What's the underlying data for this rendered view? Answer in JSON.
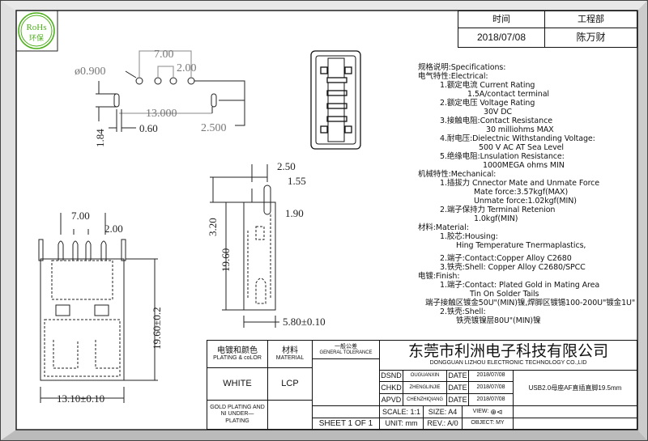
{
  "rohs_logo": {
    "line1": "RoHs",
    "line2": "环保",
    "color": "#4caf1a"
  },
  "approval_table": {
    "headers": [
      "时间",
      "工程部"
    ],
    "values": [
      "2018/07/08",
      "陈万财"
    ]
  },
  "dimensions": {
    "top_view": {
      "hole_dia": "ø0.900",
      "pitch_total": "7.00",
      "pitch": "2.00",
      "span": "13.000",
      "offset": "2.500",
      "slot_len": "1.84",
      "slot_w": "0.60"
    },
    "side_view": {
      "d1": "2.50",
      "d2": "1.55",
      "d3": "1.90",
      "d4": "3.20",
      "d5": "19.60",
      "d6": "5.80±0.10"
    },
    "front_view": {
      "pitch_total": "7.00",
      "pitch": "2.00",
      "height": "19.60±0.2",
      "width": "13.10±0.10"
    }
  },
  "specs": [
    "规格说明:Specifications:",
    "电气特性:Electrical:",
    "1.额定电流 Current  Rating",
    "1.5A/contact  terminal",
    "2.额定电压 Voltage  Rating",
    "30V  DC",
    "3.接触电阻:Contact  Resistance",
    "30  milliohms  MAX",
    "4.耐电压:Dielectnic  Withstanding  Voltage:",
    "500  V  AC  AT  Sea  Level",
    "5.绝缘电阻:Lnsulation  Resistance:",
    "1000MEGA  ohms  MIN",
    "机械特性:Mechanical:",
    "1.插拔力 Cnnector  Mate  and  Unmate  Force",
    "Mate  force:3.57kgf(MAX)",
    "Unmate  force:1.02kgf(MIN)",
    "2.端子保持力 Terminal  Retenion",
    "1.0kgf(MIN)",
    "材料:Material:",
    "1.胶芯:Housing:",
    "Hing  Temperature    Tnermaplastics,",
    "2.端子:Contact:Copper  Alloy  C2680",
    "3.铁壳:Shell:  Copper  Alloy  C2680/SPCC",
    "电镀:Finish:",
    "1.端子:Contact:  Plated  Gold  in  Mating  Area",
    "Tin  On  Solder  Tails",
    "端子接触区镀金50U\"(MIN)镍,焊脚区镀锡100-200U\"镀金1U\"",
    "2.铁壳:Shell:",
    "铁壳镀镍层80U\"(MIN)镍"
  ],
  "title_block": {
    "plating_header_cn": "电镀和颜色",
    "plating_header_en": "PLATING & coLOR",
    "material_header_cn": "材料",
    "material_header_en": "MATERIAL",
    "tolerance_header_cn": "一般公差",
    "tolerance_header_en": "GENERAL TOLERANCE",
    "color_value": "WHITE",
    "material_value": "LCP",
    "plating_value": "GOLD PLATING AND NI UNDER—PLATING",
    "sheet": "SHEET 1 OF 1",
    "company_cn": "东莞市利洲电子科技有限公司",
    "company_en": "DONGGUAN LIZHOU ELECTRONIC TECHNOLOGY CO.,LID",
    "rows": [
      {
        "role": "DSND",
        "name": "OUGUANXIN",
        "date_label": "DATE",
        "date": "2018/07/08"
      },
      {
        "role": "CHKD",
        "name": "ZHENGLINJIE",
        "date_label": "DATE",
        "date": "2018/07/08"
      },
      {
        "role": "APVD",
        "name": "CHENZHIQIANG",
        "date_label": "DATE",
        "date": "2018/07/08"
      }
    ],
    "part_title": "USB2.0母座AF直插直脚19.5mm",
    "scale": "SCALE:  1:1",
    "size": "SIZE:  A4",
    "view": "VIEW:",
    "unit": "UNIT:  mm",
    "rev": "REV.:  A/0",
    "object": "OBJECT:  MY"
  }
}
